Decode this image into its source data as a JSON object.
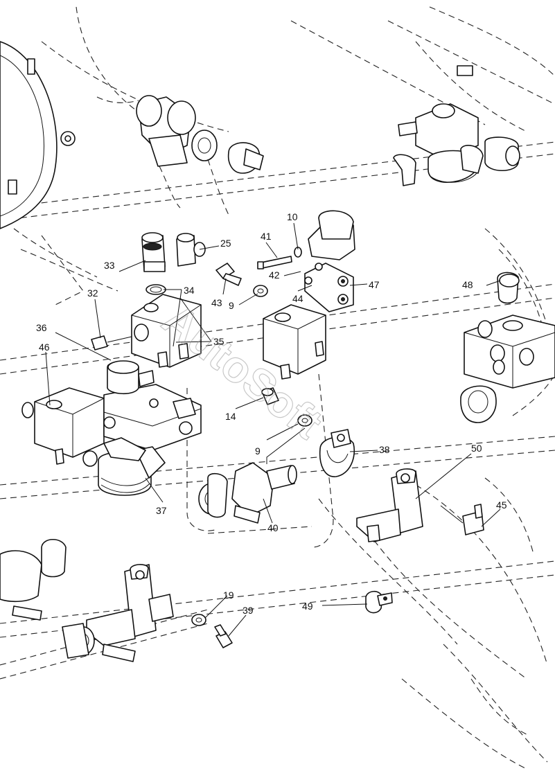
{
  "watermark": "AutoSoft",
  "callouts": [
    "10",
    "25",
    "41",
    "33",
    "42",
    "47",
    "32",
    "34",
    "43",
    "44",
    "9",
    "48",
    "36",
    "35",
    "46",
    "14",
    "9",
    "38",
    "50",
    "37",
    "40",
    "45",
    "19",
    "39",
    "49"
  ]
}
